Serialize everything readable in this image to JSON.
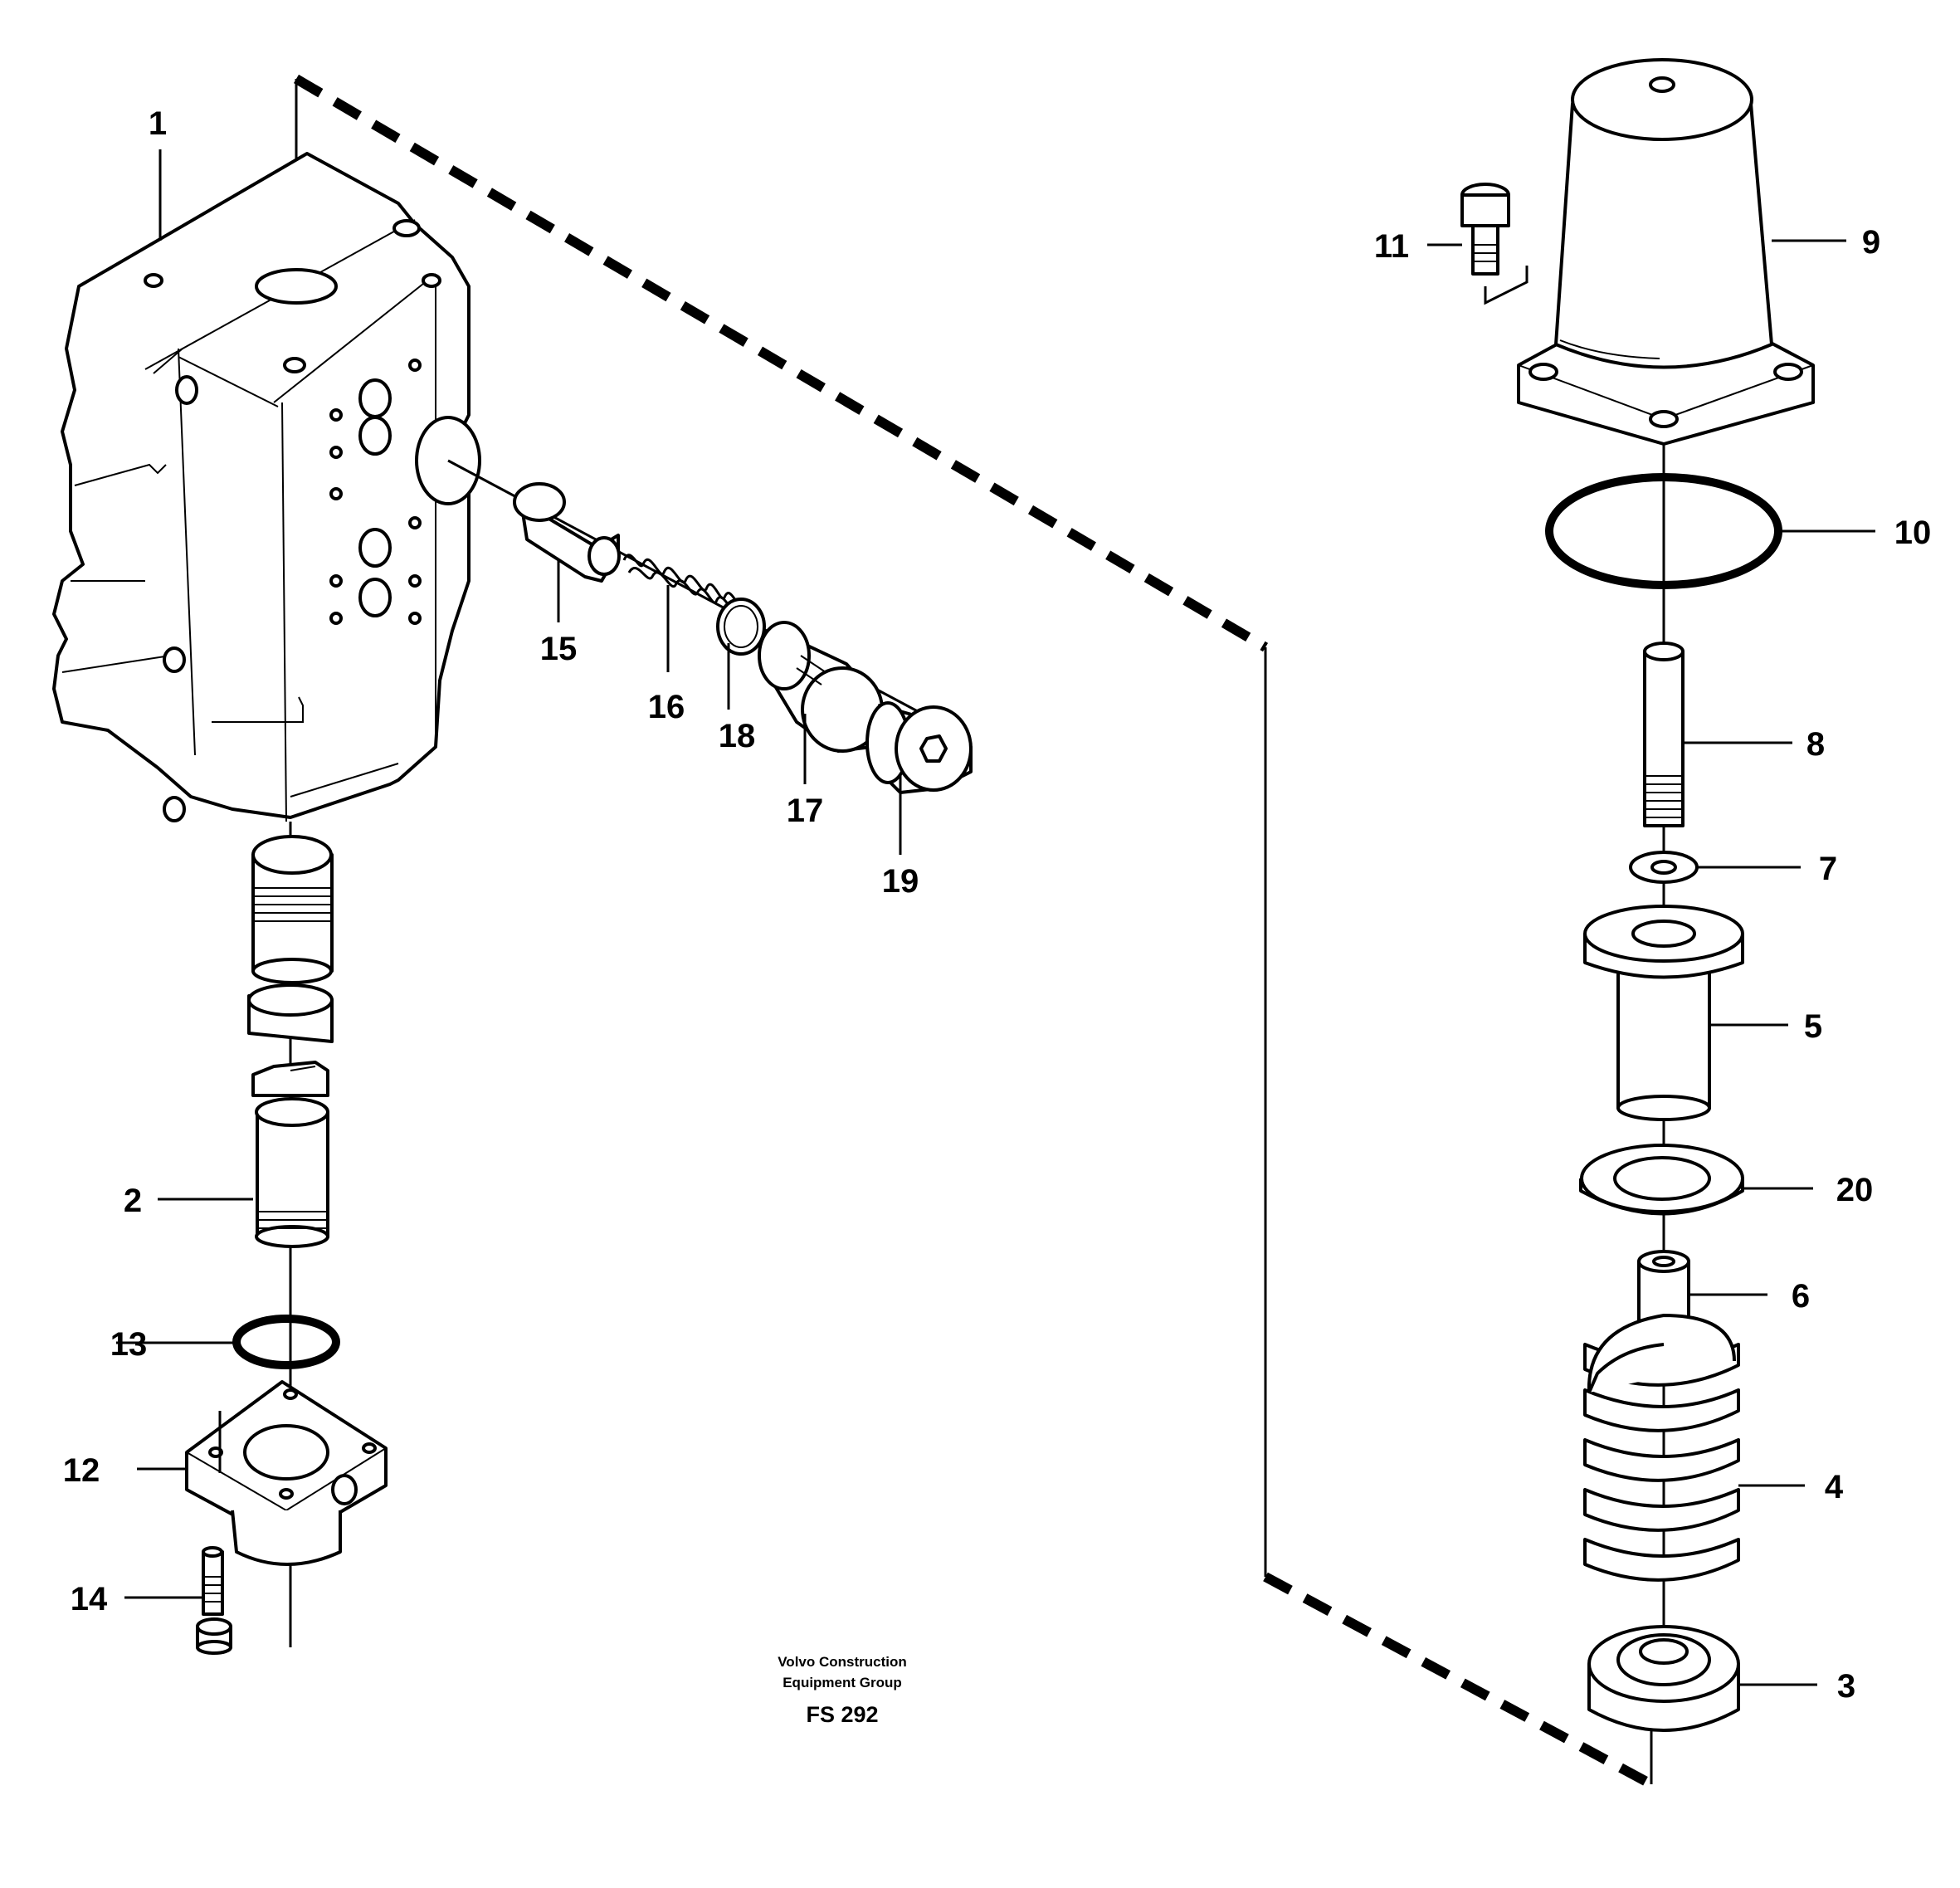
{
  "diagram": {
    "part_labels": [
      "1",
      "2",
      "3",
      "4",
      "5",
      "6",
      "7",
      "8",
      "9",
      "10",
      "11",
      "12",
      "13",
      "14",
      "15",
      "16",
      "17",
      "18",
      "19",
      "20"
    ],
    "footer": {
      "company_line1": "Volvo Construction",
      "company_line2": "Equipment Group",
      "figure_code": "FS 292"
    }
  }
}
